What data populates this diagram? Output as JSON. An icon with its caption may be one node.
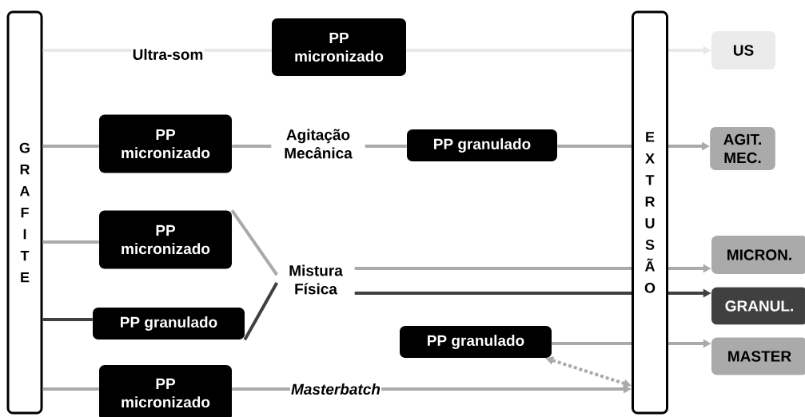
{
  "diagram": {
    "nodes": [
      {
        "text": [
          "G R A F I T E"
        ]
      },
      {
        "text": [
          "Ultra-som"
        ]
      },
      {
        "text": [
          "PP micronizado"
        ]
      },
      {
        "text": [
          "E X T R U S Ã O"
        ]
      },
      {
        "text": [
          "US"
        ]
      },
      {
        "text": [
          "PP micronizado"
        ]
      },
      {
        "text": [
          "Agitação Mecânica"
        ]
      },
      {
        "text": [
          "PP granulado"
        ]
      },
      {
        "text": [
          "AGIT. MEC."
        ]
      },
      {
        "text": [
          "PP micronizado"
        ]
      },
      {
        "text": [
          "PP granulado"
        ]
      },
      {
        "text": [
          "Mistura Física"
        ]
      },
      {
        "text": [
          "MICRON."
        ]
      },
      {
        "text": [
          "GRANUL."
        ]
      },
      {
        "text": [
          "PP granulado"
        ]
      },
      {
        "text": [
          "PP micronizado"
        ]
      },
      {
        "text": [
          "Masterbatch"
        ]
      },
      {
        "text": [
          "MASTER"
        ]
      }
    ],
    "edges": [
      {
        "from": 0,
        "to": 1,
        "arrow": "none",
        "color": "#e8e8e8"
      },
      {
        "from": 1,
        "to": 2,
        "arrow": "none",
        "color": "#e8e8e8"
      },
      {
        "from": 2,
        "to": 3,
        "arrow": "none",
        "color": "#e8e8e8"
      },
      {
        "from": 3,
        "to": 4,
        "arrow": "to",
        "color": "#e8e8e8"
      },
      {
        "from": 0,
        "to": 5,
        "arrow": "none"
      },
      {
        "from": 5,
        "to": 6,
        "arrow": "none"
      },
      {
        "from": 6,
        "to": 7,
        "arrow": "none"
      },
      {
        "from": 7,
        "to": 3,
        "arrow": "none"
      },
      {
        "from": 3,
        "to": 8,
        "arrow": "to"
      },
      {
        "from": 0,
        "to": 9,
        "arrow": "none"
      },
      {
        "from": 9,
        "to": 11,
        "arrow": "none"
      },
      {
        "from": 11,
        "to": 3,
        "arrow": "none"
      },
      {
        "from": 3,
        "to": 12,
        "arrow": "to"
      },
      {
        "from": 0,
        "to": 10,
        "arrow": "none",
        "color": "#404040"
      },
      {
        "from": 10,
        "to": 11,
        "arrow": "none",
        "color": "#404040"
      },
      {
        "from": 11,
        "to": 3,
        "arrow": "none",
        "color": "#404040"
      },
      {
        "from": 3,
        "to": 13,
        "arrow": "to",
        "color": "#404040"
      },
      {
        "from": 14,
        "to": 3,
        "arrow": "none"
      },
      {
        "from": 3,
        "to": 17,
        "arrow": "to"
      },
      {
        "from": 0,
        "to": 15,
        "arrow": "none"
      },
      {
        "from": 15,
        "to": 16,
        "arrow": "none"
      },
      {
        "from": 16,
        "to": 3,
        "arrow": "to"
      },
      {
        "from": 14,
        "to": 3,
        "arrow": "both",
        "style": "dashed"
      }
    ]
  }
}
